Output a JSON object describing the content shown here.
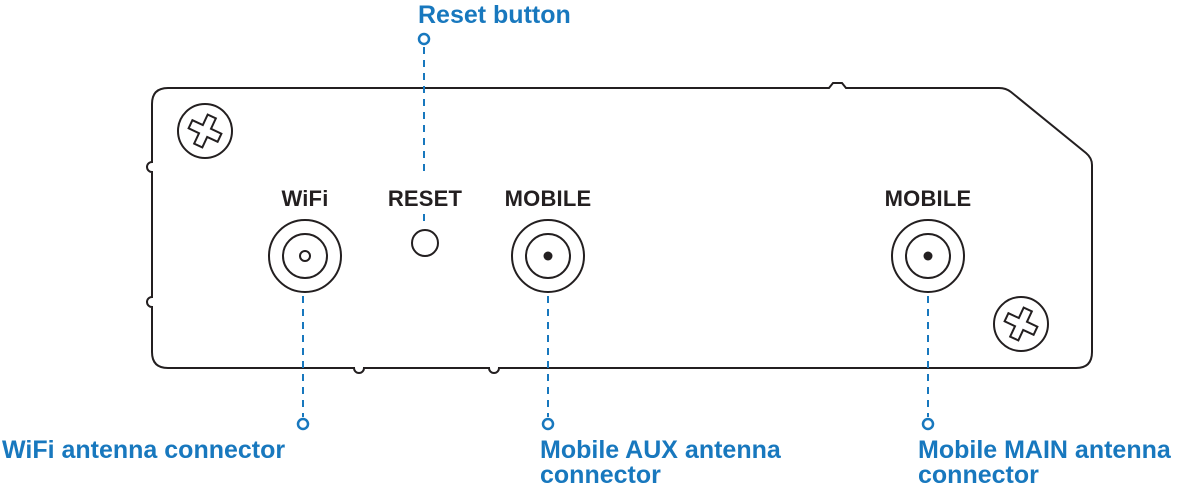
{
  "colors": {
    "callout": "#1878be",
    "line": "#231f20",
    "background": "#ffffff"
  },
  "icons": {
    "screw": "phillips-screw-icon",
    "wifi_connector": "antenna-connector-icon",
    "mobile_connector": "antenna-connector-icon",
    "reset": "push-button-icon",
    "marker": "callout-dot-icon"
  },
  "panel": {
    "wifi_label": "WiFi",
    "reset_label": "RESET",
    "mobile_aux_label": "MOBILE",
    "mobile_main_label": "MOBILE"
  },
  "callouts": {
    "reset": "Reset button",
    "wifi": "WiFi antenna connector",
    "mobile_aux_line1": "Mobile AUX antenna",
    "mobile_aux_line2": "connector",
    "mobile_main_line1": "Mobile MAIN antenna",
    "mobile_main_line2": "connector"
  }
}
